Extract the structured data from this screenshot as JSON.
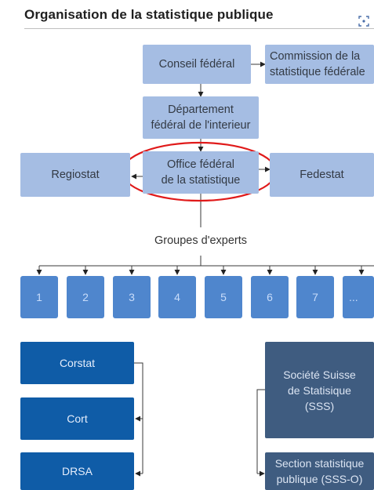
{
  "header": {
    "title": "Organisation de la statistique publique",
    "expand_icon": "expand-icon"
  },
  "nodes": {
    "conseil": "Conseil fédéral",
    "commission": "Commission de la\nstatistique fédérale",
    "departement": "Département\nfédéral de l'interieur",
    "regiostat": "Regiostat",
    "ofs": "Office fédéral\nde la statistique",
    "fedestat": "Fedestat",
    "groupes": "Groupes d'experts",
    "experts": [
      "1",
      "2",
      "3",
      "4",
      "5",
      "6",
      "7",
      "..."
    ],
    "corstat": "Corstat",
    "cort": "Cort",
    "drsa": "DRSA",
    "sss": "Société Suisse\nde Statisique\n(SSS)",
    "sss_o": "Section statistique\npublique (SSS-O)"
  },
  "colors": {
    "light_box": "#a5bde3",
    "mid_box": "#4f86cd",
    "dark_box": "#0f5ca7",
    "slate_box": "#3f5c80",
    "highlight_ellipse": "#e01a1a"
  }
}
